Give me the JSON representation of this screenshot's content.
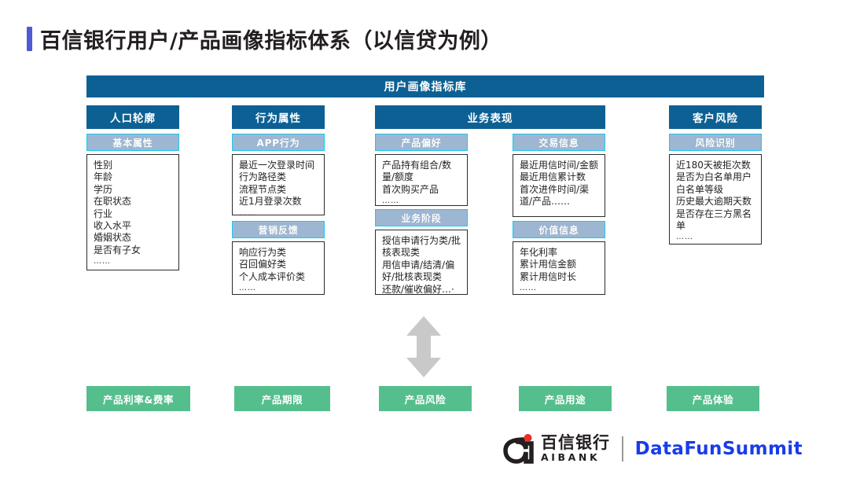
{
  "title": "百信银行用户/产品画像指标体系（以信贷为例）",
  "colors": {
    "title_accent": "#4C5BD4",
    "header_blue": "#0D6093",
    "sub_header_fill": "#9DB7D3",
    "sub_header_border": "#1CC6EE",
    "green": "#55BE8D",
    "arrow_gray": "#C9C9C9",
    "brand_blue": "#1A3CE8",
    "logo_red": "#E8302A"
  },
  "master_bar": {
    "label": "用户画像指标库"
  },
  "groups": [
    {
      "label": "人口轮廓"
    },
    {
      "label": "行为属性"
    },
    {
      "label": "业务表现"
    },
    {
      "label": "客户风险"
    }
  ],
  "sections": [
    {
      "name": "基本属性",
      "items": [
        "性别",
        "年龄",
        "学历",
        "在职状态",
        "行业",
        "收入水平",
        "婚姻状态",
        "是否有子女"
      ],
      "ellipsis": "……"
    },
    {
      "name": "APP行为",
      "items": [
        "最近一次登录时间",
        "行为路径类",
        "流程节点类",
        "近1月登录次数"
      ],
      "ellipsis": "……"
    },
    {
      "name": "营销反馈",
      "items": [
        "响应行为类",
        "召回偏好类",
        "个人成本评价类"
      ],
      "ellipsis": "……"
    },
    {
      "name": "产品偏好",
      "items": [
        "产品持有组合/数量/额度",
        "首次购买产品"
      ],
      "ellipsis": "……"
    },
    {
      "name": "业务阶段",
      "items": [
        "授信申请行为类/批核表现类",
        "用信申请/结清/偏好/批核表现类",
        "还款/催收偏好…·"
      ],
      "ellipsis": ""
    },
    {
      "name": "交易信息",
      "items": [
        "最近用信时间/金额",
        "最近用信累计数",
        "首次进件时间/渠道/产品……"
      ],
      "ellipsis": ""
    },
    {
      "name": "价值信息",
      "items": [
        "年化利率",
        "累计用信金额",
        "累计用信时长"
      ],
      "ellipsis": "……"
    },
    {
      "name": "风险识别",
      "items": [
        "近180天被拒次数",
        "是否为白名单用户",
        "白名单等级",
        "历史最大逾期天数",
        "是否存在三方黑名单"
      ],
      "ellipsis": "……"
    }
  ],
  "product_dimensions": [
    {
      "label": "产品利率&费率"
    },
    {
      "label": "产品期限"
    },
    {
      "label": "产品风险"
    },
    {
      "label": "产品用途"
    },
    {
      "label": "产品体验"
    }
  ],
  "footer": {
    "brand_cn": "百信银行",
    "brand_en": "AIBANK",
    "event": "DataFunSummit"
  }
}
